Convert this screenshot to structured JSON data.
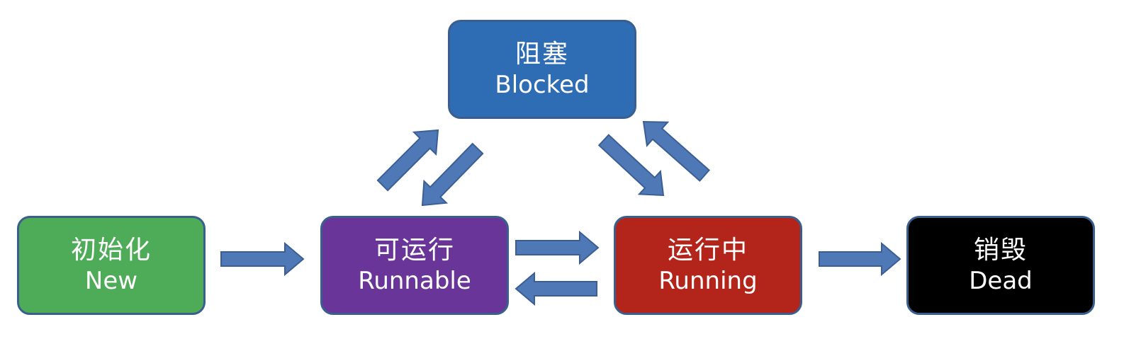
{
  "states": {
    "blocked": {
      "label_cn": "阻塞",
      "label_en": "Blocked",
      "color": "#2e6db4"
    },
    "new": {
      "label_cn": "初始化",
      "label_en": "New",
      "color": "#4eab58"
    },
    "runnable": {
      "label_cn": "可运行",
      "label_en": "Runnable",
      "color": "#6a3598"
    },
    "running": {
      "label_cn": "运行中",
      "label_en": "Running",
      "color": "#b3241a"
    },
    "dead": {
      "label_cn": "销毁",
      "label_en": "Dead",
      "color": "#000000"
    }
  },
  "arrow_style": {
    "fill": "#4f78b6",
    "stroke": "#3b5f94"
  },
  "transitions": [
    {
      "id": "new-to-runnable",
      "from": "new",
      "to": "runnable"
    },
    {
      "id": "runnable-to-running",
      "from": "runnable",
      "to": "running"
    },
    {
      "id": "running-to-runnable",
      "from": "running",
      "to": "runnable"
    },
    {
      "id": "running-to-dead",
      "from": "running",
      "to": "dead"
    },
    {
      "id": "runnable-to-blocked",
      "from": "runnable",
      "to": "blocked"
    },
    {
      "id": "blocked-to-runnable",
      "from": "blocked",
      "to": "runnable"
    },
    {
      "id": "running-to-blocked",
      "from": "running",
      "to": "blocked"
    },
    {
      "id": "blocked-to-running",
      "from": "blocked",
      "to": "running"
    }
  ]
}
